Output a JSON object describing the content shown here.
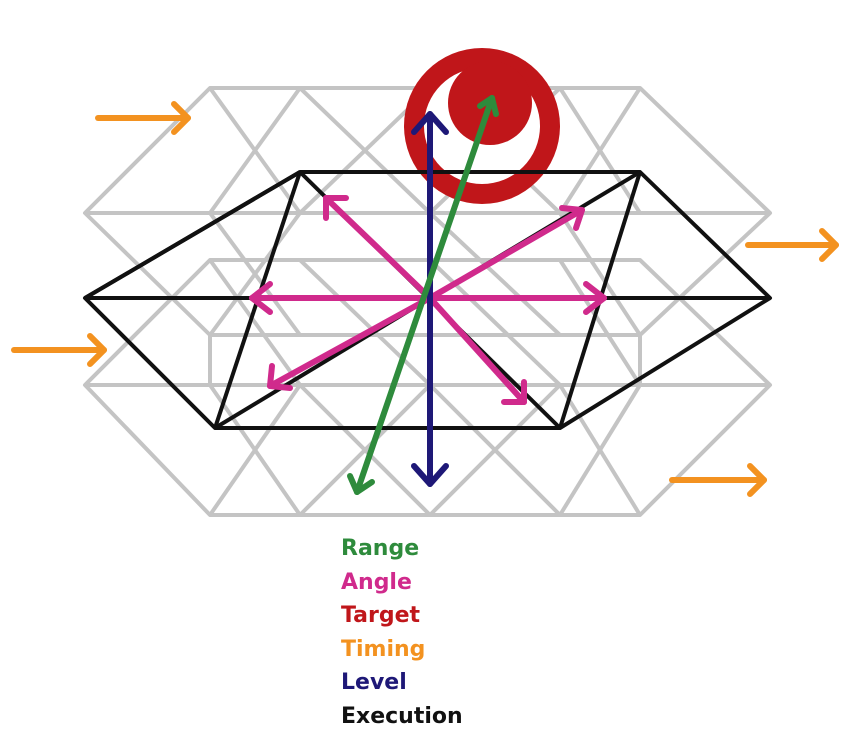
{
  "legend": [
    {
      "label": "Range",
      "color": "#2e8b3c"
    },
    {
      "label": "Angle",
      "color": "#d02a8c"
    },
    {
      "label": "Target",
      "color": "#c0161a"
    },
    {
      "label": "Timing",
      "color": "#f39220"
    },
    {
      "label": "Level",
      "color": "#1e1877"
    },
    {
      "label": "Execution",
      "color": "#111111"
    }
  ],
  "colors": {
    "grid_grey": "#c4c4c4",
    "grid_black": "#111111",
    "range_arrow": "#2e8b3c",
    "angle_arrows": "#d02a8c",
    "target": "#c0161a",
    "timing_arrows": "#f39220",
    "level_arrow": "#1e1877"
  }
}
